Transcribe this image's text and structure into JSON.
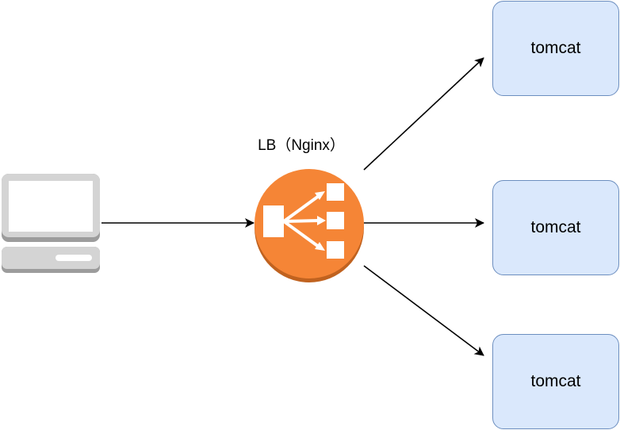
{
  "lb": {
    "label": "LB（Nginx）",
    "icon": "load-balancer-icon",
    "color": "#f58536"
  },
  "client": {
    "icon": "computer-icon",
    "color": "#a9a9a9"
  },
  "servers": [
    {
      "label": "tomcat"
    },
    {
      "label": "tomcat"
    },
    {
      "label": "tomcat"
    }
  ],
  "server_style": {
    "fill": "#dae8fc",
    "stroke": "#6c8ebf"
  }
}
